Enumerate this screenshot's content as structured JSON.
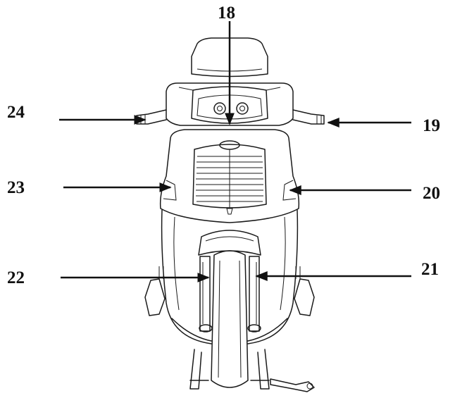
{
  "callouts": [
    {
      "id": "18",
      "label": "18"
    },
    {
      "id": "19",
      "label": "19"
    },
    {
      "id": "20",
      "label": "20"
    },
    {
      "id": "21",
      "label": "21"
    },
    {
      "id": "22",
      "label": "22"
    },
    {
      "id": "23",
      "label": "23"
    },
    {
      "id": "24",
      "label": "24"
    }
  ],
  "colors": {
    "line": "#1a1a1a",
    "background": "#ffffff"
  }
}
